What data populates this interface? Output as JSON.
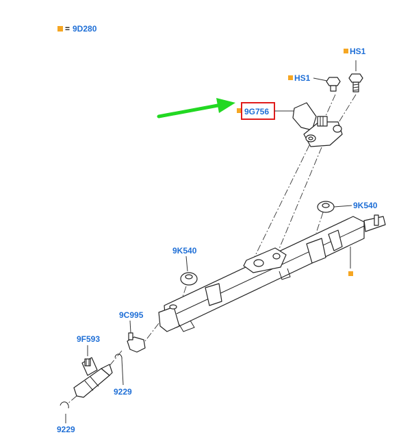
{
  "legend": {
    "marker_color": "#f5a623",
    "equals": "=",
    "code": "9D280"
  },
  "labels": {
    "hs1_top": "HS1",
    "hs1_left": "HS1",
    "sensor": "9G756",
    "seal_right": "9K540",
    "seal_left": "9K540",
    "clip": "9C995",
    "injector": "9F593",
    "oring_mid": "9229",
    "oring_bottom": "9229"
  },
  "colors": {
    "label": "#1f6fd6",
    "marker": "#f5a623",
    "highlight_box": "#e01b1b",
    "arrow": "#22d822"
  },
  "highlighted_part": "9G756"
}
